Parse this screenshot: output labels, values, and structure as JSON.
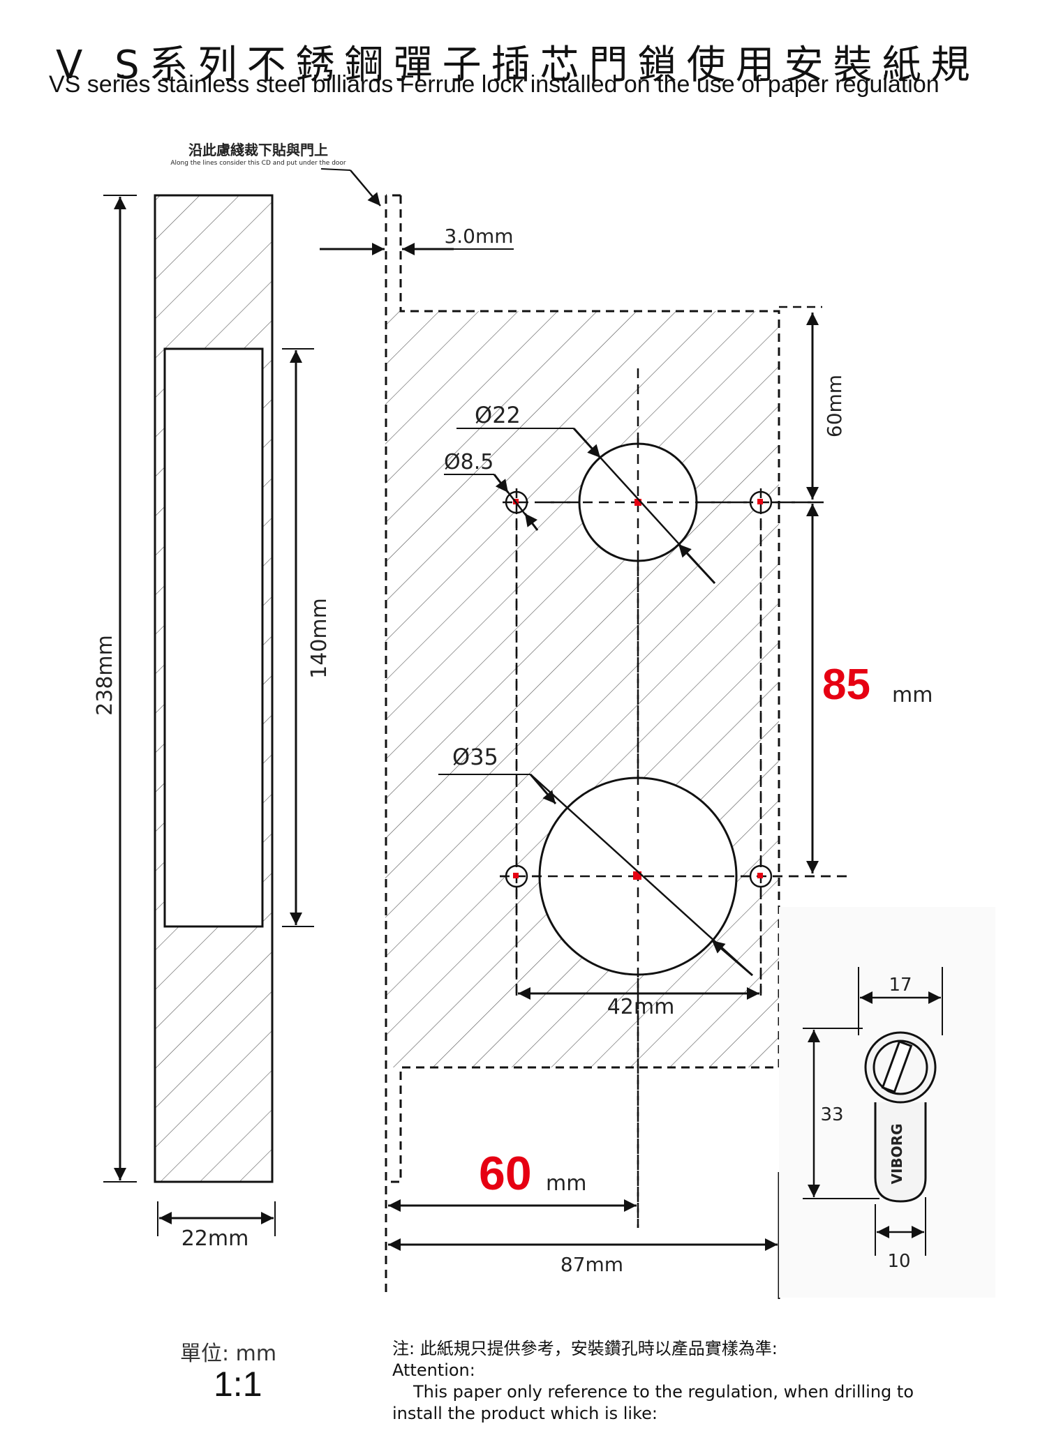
{
  "title": {
    "cn": "V S系列不銹鋼彈子插芯門鎖使用安裝紙規",
    "en": "VS series stainless steel billiards Ferrule lock installed on the use of paper regulation"
  },
  "cut_note": {
    "cn": "沿此慮綫裁下貼與門上",
    "en": "Along the lines consider this CD and put under the door"
  },
  "dimensions": {
    "overall_height": "238mm",
    "inner_height": "140mm",
    "faceplate_width": "22mm",
    "edge_thickness": "3.0mm",
    "top_offset": "60mm",
    "hole_spacing_value": "85",
    "hole_spacing_unit": "mm",
    "small_hole_dia": "Ø8.5",
    "upper_hole_dia": "Ø22",
    "lower_hole_dia": "Ø35",
    "screw_spacing": "42mm",
    "backset_value": "60",
    "backset_unit": "mm",
    "total_depth": "87mm"
  },
  "cylinder": {
    "width": "17",
    "height": "33",
    "base": "10",
    "brand": "VIBORG"
  },
  "footer": {
    "unit_label": "單位:  mm",
    "scale": "1:1",
    "note_cn": "注:  此紙規只提供參考，安裝鑽孔時以產品實樣為準:",
    "note_attention": "Attention:",
    "note_en_1": "This paper only reference to the regulation, when drilling to",
    "note_en_2": "install the product which is like:"
  },
  "colors": {
    "accent_red": "#e60012",
    "line": "#111111",
    "hatch": "#444444"
  }
}
